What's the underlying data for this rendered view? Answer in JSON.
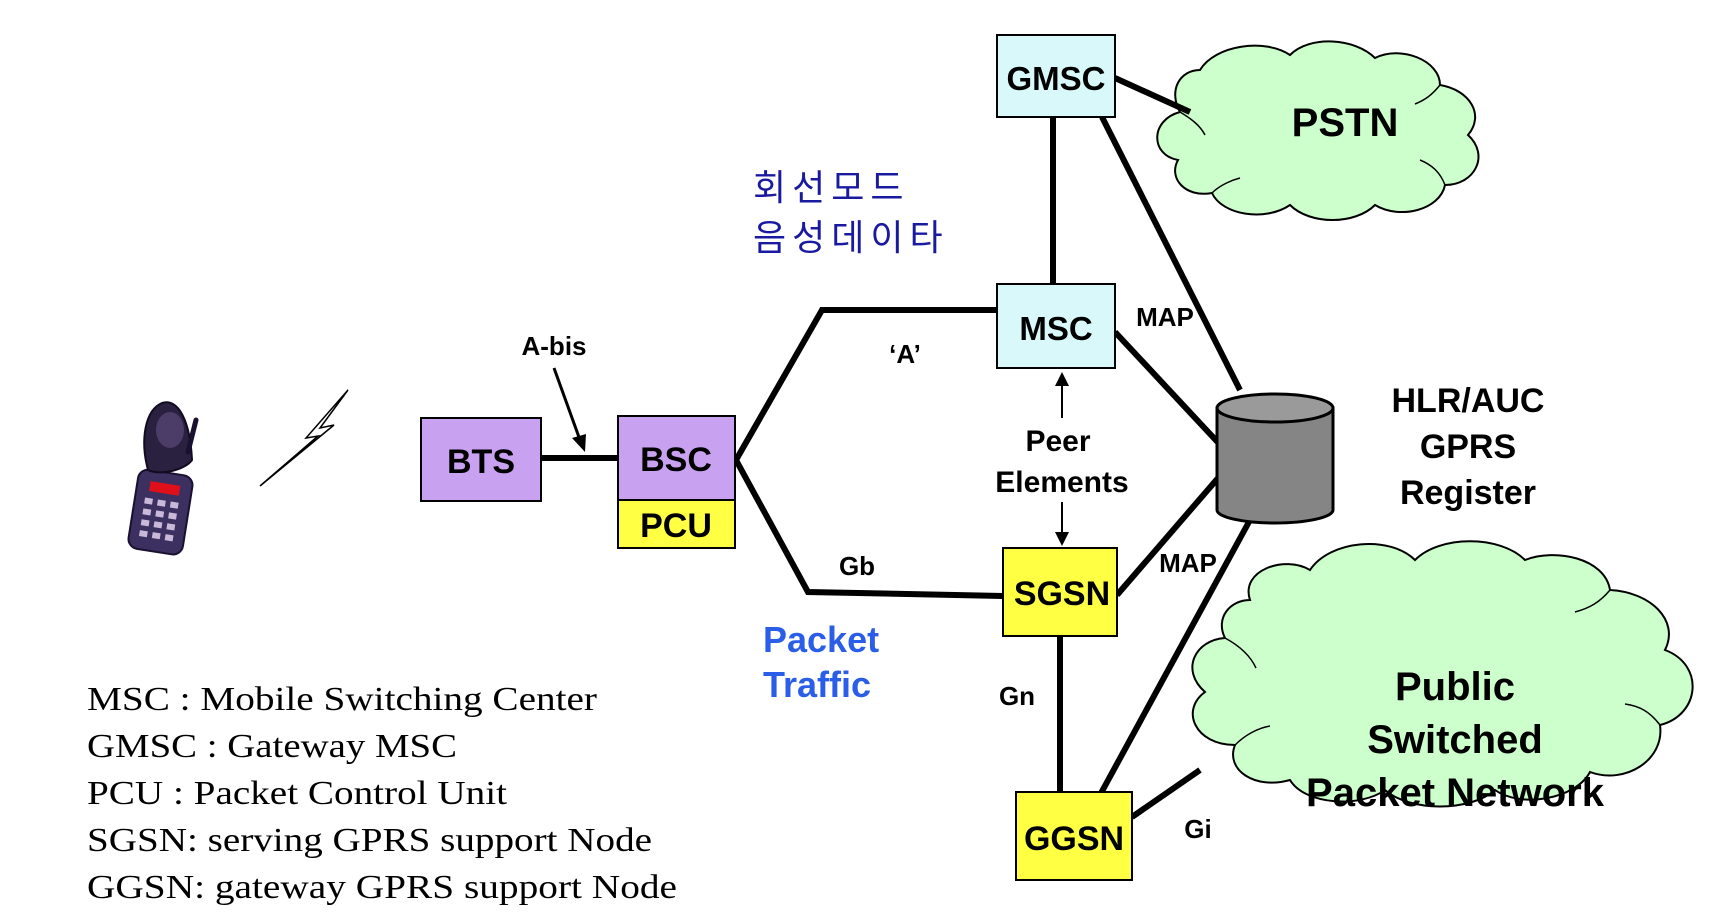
{
  "nodes": {
    "gmsc": "GMSC",
    "msc": "MSC",
    "bts": "BTS",
    "bsc": "BSC",
    "pcu": "PCU",
    "sgsn": "SGSN",
    "ggsn": "GGSN"
  },
  "clouds": {
    "pstn": "PSTN",
    "pspn": [
      "Public",
      "Switched",
      "Packet Network"
    ]
  },
  "register": [
    "HLR/AUC",
    "GPRS",
    "Register"
  ],
  "interfaces": {
    "abis": "A-bis",
    "a": "‘A’",
    "gb": "Gb",
    "gn": "Gn",
    "gi": "Gi",
    "map_upper": "MAP",
    "map_lower": "MAP"
  },
  "peer_elements": [
    "Peer",
    "Elements"
  ],
  "circuit_mode": [
    "회선모드",
    "음성데이타"
  ],
  "packet_traffic": [
    "Packet",
    "Traffic"
  ],
  "legend": [
    "MSC : Mobile Switching Center",
    "GMSC : Gateway MSC",
    "PCU : Packet Control Unit",
    "SGSN: serving GPRS support Node",
    "GGSN: gateway GPRS support Node"
  ],
  "colors": {
    "purple_box": "#c8a2f0",
    "cyan_box": "#d8f8fa",
    "yellow_box": "#ffff44",
    "cloud_green": "#ccffcc",
    "korean_text": "#1a1aa0",
    "packet_text": "#2a5de8",
    "cylinder": "#858585"
  }
}
